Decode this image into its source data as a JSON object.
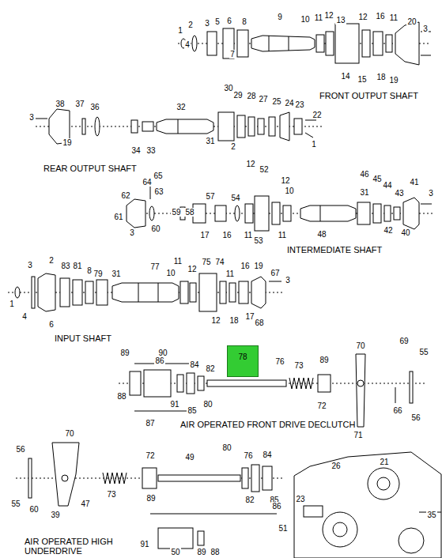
{
  "diagram": {
    "nodes": [
      {
        "text": [
          "78"
        ]
      }
    ],
    "labels": [
      "1",
      "2",
      "3",
      "4",
      "5",
      "6",
      "8",
      "7",
      "9",
      "10",
      "11",
      "12",
      "13",
      "12",
      "16",
      "11",
      "20",
      "3",
      "14",
      "15",
      "18",
      "19",
      "FRONT OUTPUT SHAFT",
      "38",
      "37",
      "36",
      "3",
      "19",
      "32",
      "34",
      "33",
      "30",
      "29",
      "28",
      "27",
      "25",
      "24",
      "23",
      "22",
      "31",
      "2",
      "1",
      "REAR OUTPUT SHAFT",
      "64",
      "65",
      "63",
      "62",
      "61",
      "3",
      "59",
      "58",
      "57",
      "54",
      "12",
      "52",
      "12",
      "10",
      "60",
      "17",
      "16",
      "11",
      "53",
      "11",
      "48",
      "31",
      "46",
      "45",
      "44",
      "43",
      "41",
      "3",
      "42",
      "40",
      "INTERMEDIATE SHAFT",
      "3",
      "2",
      "83",
      "81",
      "8",
      "79",
      "31",
      "77",
      "1",
      "4",
      "6",
      "11",
      "10",
      "12",
      "75",
      "74",
      "11",
      "16",
      "19",
      "67",
      "3",
      "12",
      "18",
      "17",
      "68",
      "INPUT SHAFT",
      "89",
      "90",
      "86",
      "84",
      "82",
      "76",
      "73",
      "89",
      "70",
      "69",
      "55",
      "88",
      "91",
      "85",
      "80",
      "87",
      "72",
      "71",
      "66",
      "56",
      "AIR OPERATED FRONT DRIVE DECLUTCH",
      "70",
      "56",
      "55",
      "60",
      "39",
      "47",
      "73",
      "72",
      "49",
      "76",
      "80",
      "82",
      "84",
      "85",
      "86",
      "89",
      "51",
      "91",
      "50",
      "89",
      "88",
      "AIR OPERATED HIGH UNDERDRIVE",
      "26",
      "21",
      "23",
      "35"
    ]
  }
}
